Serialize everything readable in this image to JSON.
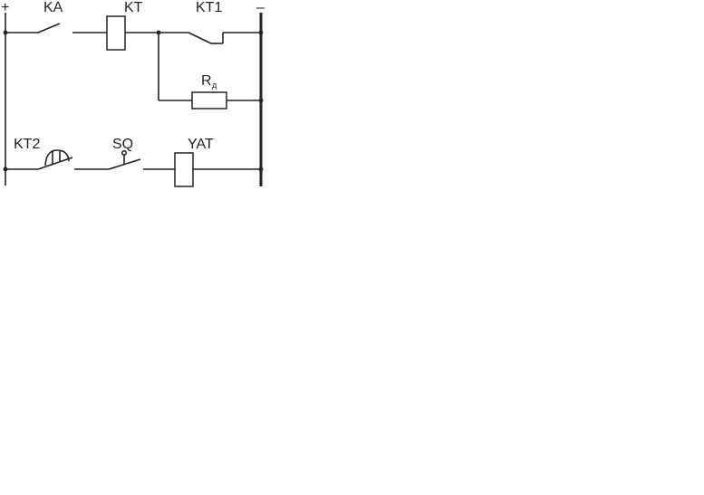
{
  "diagram": {
    "supply": {
      "plus": "+",
      "minus": "–"
    },
    "row1": {
      "contact": "KA",
      "coil": "KT",
      "contact_nc": "KT1"
    },
    "row2": {
      "resistor": "R",
      "resistor_sub": "д"
    },
    "row3": {
      "contact": "KT2",
      "limit_switch": "SQ",
      "coil": "YAT"
    }
  }
}
